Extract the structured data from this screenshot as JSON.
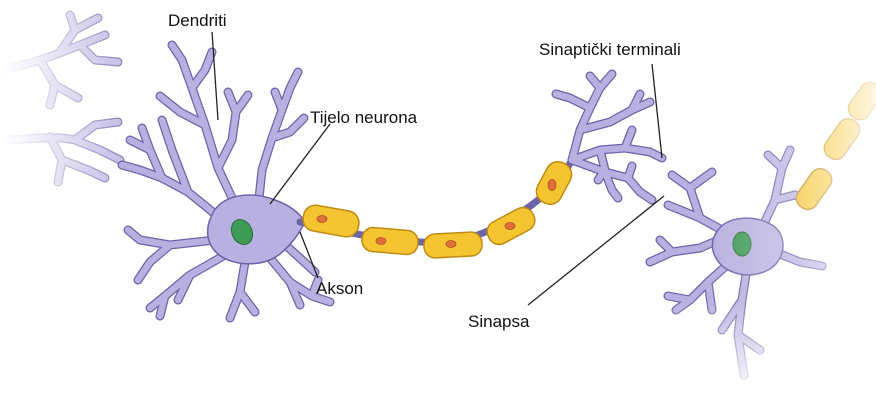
{
  "labels": {
    "dendrites": "Dendriti",
    "cell_body": "Tijelo neurona",
    "axon": "Akson",
    "synaptic_terminals": "Sinaptički terminali",
    "synapse": "Sinapsa"
  },
  "colors": {
    "neuron_fill": "#b7b0e0",
    "neuron_outline": "#6b64a8",
    "nucleus": "#3e9b55",
    "myelin_fill": "#f5c531",
    "myelin_outline": "#c08a16",
    "myelin_nucleus": "#e0703a"
  }
}
